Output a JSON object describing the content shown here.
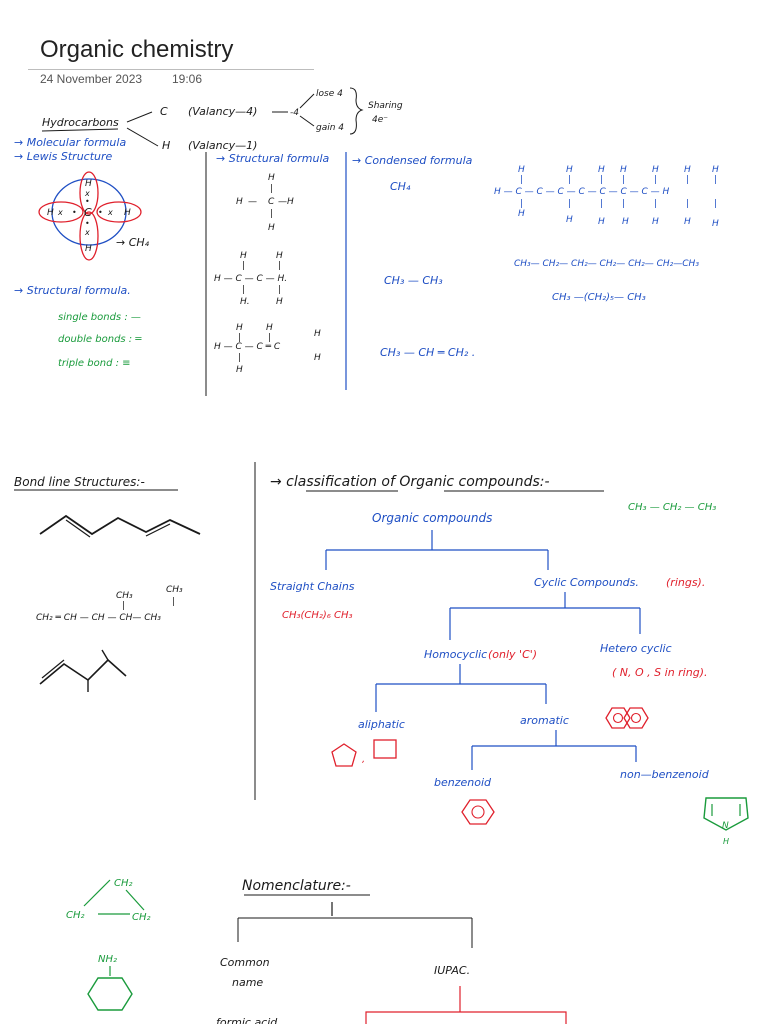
{
  "page": {
    "title": "Organic chemistry",
    "date": "24 November 2023",
    "time": "19:06"
  },
  "section1": {
    "hydrocarbons": "Hydrocarbons",
    "carbon": "C",
    "carbon_valency": "(Valancy—4)",
    "lose4": "lose 4",
    "gain4": "gain 4",
    "sharing": "Sharing",
    "four_e": "4e⁻",
    "hydrogen": "H",
    "hydrogen_valency": "(Valancy—1)",
    "molecular_formula": "→ Molecular formula",
    "lewis_structure": "→ Lewis Structure",
    "methane_arrow": "→ CH₄",
    "structural_formula_header": "→ Structural formula",
    "condensed_formula_header": "→ Condensed formula",
    "ch4": "CH₄",
    "ch3ch3": "CH₃ — CH₃",
    "propene": "CH₃ — CH ═ CH₂ .",
    "heptane_condensed": "CH₃— CH₂— CH₂— CH₂— CH₂— CH₂—CH₃",
    "heptane_short": "CH₃ —(CH₂)₅— CH₃",
    "structural_formula": "→ Structural formula.",
    "single_bond": "single bonds : —",
    "double_bond": "double bonds : ═",
    "triple_bond": "triple bond : ≡"
  },
  "section2": {
    "bond_line_title": "Bond line Structures:-",
    "branched": "CH₂ ═ CH — CH — CH— CH₃",
    "ch3a": "CH₃",
    "ch3b": "CH₃",
    "classification_title": "→ classification of Organic compounds:-",
    "propane": "CH₃ — CH₂ — CH₃",
    "organic_compounds": "Organic compounds",
    "straight_chains": "Straight Chains",
    "straight_example": "CH₃(CH₂)₆ CH₃",
    "cyclic": "Cyclic Compounds.",
    "rings": "(rings).",
    "homocyclic": "Homocyclic",
    "only_c": "(only 'C')",
    "heterocyclic": "Hetero cyclic",
    "hetero_atoms": "( N, O , S  in ring).",
    "aliphatic": "aliphatic",
    "aromatic": "aromatic",
    "benzenoid": "benzenoid",
    "non_benzenoid": "non—benzenoid",
    "n_label": "N",
    "h_label": "H"
  },
  "section3": {
    "ch2_top": "CH₂",
    "ch2_left": "CH₂",
    "ch2_right": "CH₂",
    "nh2": "NH₂",
    "nomenclature": "Nomenclature:-",
    "common_name": "Common",
    "common_name2": "name",
    "iupac": "IUPAC.",
    "formic_acid": "formic acid"
  },
  "colors": {
    "ink": "#1a1a1a",
    "blue": "#1f4fc4",
    "red": "#e0202c",
    "green": "#1a9b3c"
  }
}
